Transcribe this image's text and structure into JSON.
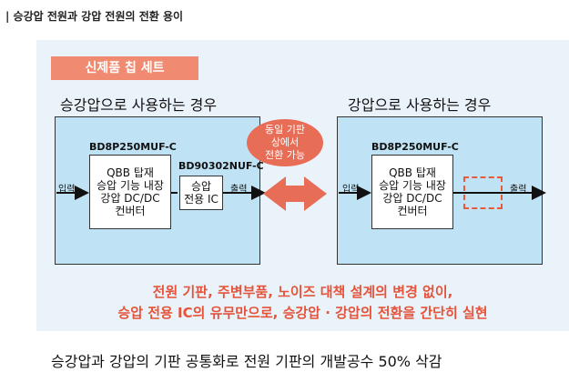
{
  "header": "| 승강압 전원과 강압 전원의 전환 용이",
  "badge": "신제품 칩 세트",
  "left": {
    "title": "승강압으로 사용하는 경우",
    "chip1": "BD8P250MUF-C",
    "chip2": "BD90302NUF-C",
    "input": "입력",
    "output": "출력",
    "block1": [
      "QBB 탑재",
      "승압 기능 내장",
      "강압 DC/DC",
      "컨버터"
    ],
    "block2": [
      "승압",
      "전용 IC"
    ]
  },
  "right": {
    "title": "강압으로 사용하는 경우",
    "chip1": "BD8P250MUF-C",
    "input": "입력",
    "output": "출력",
    "block1": [
      "QBB 탑재",
      "승압 기능 내장",
      "강압 DC/DC",
      "컨버터"
    ]
  },
  "bubble": [
    "동일 기판",
    "상에서",
    "전환 가능"
  ],
  "highlight": [
    "전원 기판, 주변부품, 노이즈 대책 설계의 변경 없이,",
    "승압 전용 IC의 유무만으로, 승강압 · 강압의 전환을 간단히 실현"
  ],
  "footer": "승강압과 강압의 기판 공통화로 전원 기판의 개발공수 50% 삭감",
  "colors": {
    "board": "#bfe3f4",
    "accent": "#e86d57",
    "panel": "#eaf2fa"
  }
}
